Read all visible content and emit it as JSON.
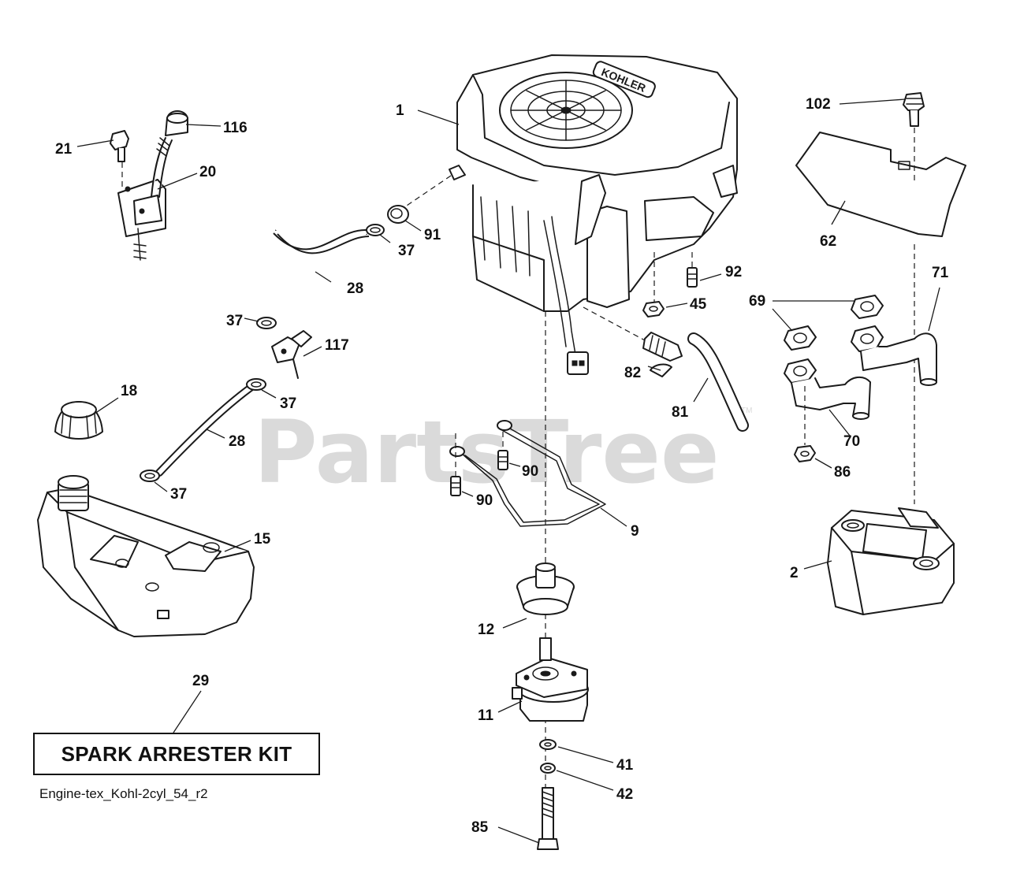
{
  "watermark": "PartsTree",
  "watermark_tm": "TM",
  "kit_label": "SPARK ARRESTER KIT",
  "diagram_code": "Engine-tex_Kohl-2cyl_54_r2",
  "engine_brand": "KOHLER",
  "callouts": {
    "c1": "1",
    "c2": "2",
    "c9": "9",
    "c11": "11",
    "c12": "12",
    "c15": "15",
    "c18": "18",
    "c20": "20",
    "c21": "21",
    "c28a": "28",
    "c28b": "28",
    "c29": "29",
    "c37a": "37",
    "c37b": "37",
    "c37c": "37",
    "c37d": "37",
    "c41": "41",
    "c42": "42",
    "c45": "45",
    "c62": "62",
    "c69": "69",
    "c70": "70",
    "c71": "71",
    "c81": "81",
    "c82": "82",
    "c85": "85",
    "c86": "86",
    "c90a": "90",
    "c90b": "90",
    "c91": "91",
    "c92": "92",
    "c102": "102",
    "c116": "116",
    "c117": "117"
  }
}
